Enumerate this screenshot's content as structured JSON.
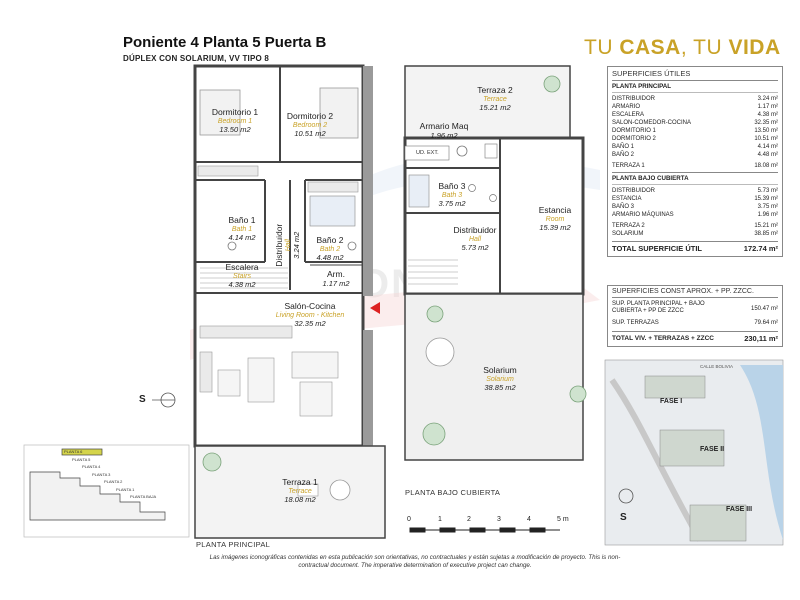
{
  "header": {
    "title": "Poniente 4 Planta 5 Puerta B",
    "subtitle": "DÚPLEX CON SOLARIUM, VV TIPO 8",
    "slogan_part1": "TU ",
    "slogan_bold1": "CASA",
    "slogan_part2": ", TU ",
    "slogan_bold2": "VIDA"
  },
  "watermark": "DIAGONALIA",
  "rooms_principal": [
    {
      "id": "dorm1",
      "name": "Dormitorio 1",
      "trans": "Bedroom 1",
      "area": "13.50 m2"
    },
    {
      "id": "dorm2",
      "name": "Dormitorio 2",
      "trans": "Bedroom 2",
      "area": "10.51 m2"
    },
    {
      "id": "bano1",
      "name": "Baño 1",
      "trans": "Bath 1",
      "area": "4.14 m2"
    },
    {
      "id": "distrib",
      "name": "Distribuidor",
      "trans": "Hall",
      "area": "3.24 m2"
    },
    {
      "id": "bano2",
      "name": "Baño 2",
      "trans": "Bath 2",
      "area": "4.48 m2"
    },
    {
      "id": "escalera",
      "name": "Escalera",
      "trans": "Stairs",
      "area": "4.38 m2"
    },
    {
      "id": "arm",
      "name": "Arm.",
      "trans": "",
      "area": "1.17 m2"
    },
    {
      "id": "salon",
      "name": "Salón-Cocina",
      "trans": "Living Room - Kitchen",
      "area": "32.35 m2"
    },
    {
      "id": "terraza1",
      "name": "Terraza 1",
      "trans": "Terrace",
      "area": "18.08 m2"
    }
  ],
  "rooms_cubierta": [
    {
      "id": "terraza2",
      "name": "Terraza 2",
      "trans": "Terrace",
      "area": "15.21 m2"
    },
    {
      "id": "armmaq",
      "name": "Armario Maq",
      "trans": "",
      "area": "1.96 m2"
    },
    {
      "id": "bano3",
      "name": "Baño 3",
      "trans": "Bath 3",
      "area": "3.75 m2"
    },
    {
      "id": "hall",
      "name": "Distribuidor",
      "trans": "Hall",
      "area": "5.73 m2"
    },
    {
      "id": "estancia",
      "name": "Estancia",
      "trans": "Room",
      "area": "15.39 m2"
    },
    {
      "id": "solarium",
      "name": "Solarium",
      "trans": "Solarium",
      "area": "38.85 m2"
    }
  ],
  "ud_ext": "UD. EXT.",
  "plan_labels": {
    "principal": "PLANTA PRINCIPAL",
    "cubierta": "PLANTA BAJO CUBIERTA"
  },
  "compass": "S",
  "scale": {
    "ticks": [
      "0",
      "1",
      "2",
      "3",
      "4",
      "5 m"
    ]
  },
  "section_labels": [
    "PLANTA 6",
    "PLANTA 5",
    "PLANTA 4",
    "PLANTA 3",
    "PLANTA 2",
    "PLANTA 1",
    "PLANTA BAJA"
  ],
  "table_utiles": {
    "heading": "SUPERFICIES ÚTILES",
    "principal_heading": "PLANTA PRINCIPAL",
    "principal_rows": [
      {
        "label": "DISTRIBUIDOR",
        "value": "3.24 m²"
      },
      {
        "label": "ARMARIO",
        "value": "1.17 m²"
      },
      {
        "label": "ESCALERA",
        "value": "4.38 m²"
      },
      {
        "label": "SALON-COMEDOR-COCINA",
        "value": "32.35 m²"
      },
      {
        "label": "DORMITORIO 1",
        "value": "13.50 m²"
      },
      {
        "label": "DORMITORIO 2",
        "value": "10.51 m²"
      },
      {
        "label": "BAÑO 1",
        "value": "4.14 m²"
      },
      {
        "label": "BAÑO 2",
        "value": "4.48 m²"
      }
    ],
    "terraza1": {
      "label": "TERRAZA 1",
      "value": "18.08 m²"
    },
    "cubierta_heading": "PLANTA BAJO CUBIERTA",
    "cubierta_rows": [
      {
        "label": "DISTRIBUIDOR",
        "value": "5.73 m²"
      },
      {
        "label": "ESTANCIA",
        "value": "15.39 m²"
      },
      {
        "label": "BAÑO 3",
        "value": "3.75 m²"
      },
      {
        "label": "ARMARIO MÁQUINAS",
        "value": "1.96 m²"
      }
    ],
    "cubierta_terr_rows": [
      {
        "label": "TERRAZA 2",
        "value": "15.21 m²"
      },
      {
        "label": "SOLARIUM",
        "value": "38.85 m²"
      }
    ],
    "total_label": "TOTAL SUPERFICIE ÚTIL",
    "total_value": "172.74 m²"
  },
  "table_const": {
    "heading": "SUPERFICIES CONST APROX. + PP. ZZCC.",
    "rows": [
      {
        "label": "SUP. PLANTA PRINCIPAL + BAJO CUBIERTA + PP DE ZZCC",
        "value": "150.47 m²"
      },
      {
        "label": "SUP. TERRAZAS",
        "value": "79.64 m²"
      }
    ],
    "total_label": "TOTAL VIV. + TERRAZAS + ZZCC",
    "total_value": "230,11 m²"
  },
  "site_map": {
    "labels": [
      "FASE I",
      "FASE II",
      "FASE III"
    ],
    "street": "CALLE BOLIVIA",
    "compass": "S"
  },
  "footer_note": "Las imágenes iconográficas contenidas en esta publicación son orientativas, no contractuales y están sujetas a modificación de proyecto. This is non-contractual document. The imperative determination of executive project can change."
}
